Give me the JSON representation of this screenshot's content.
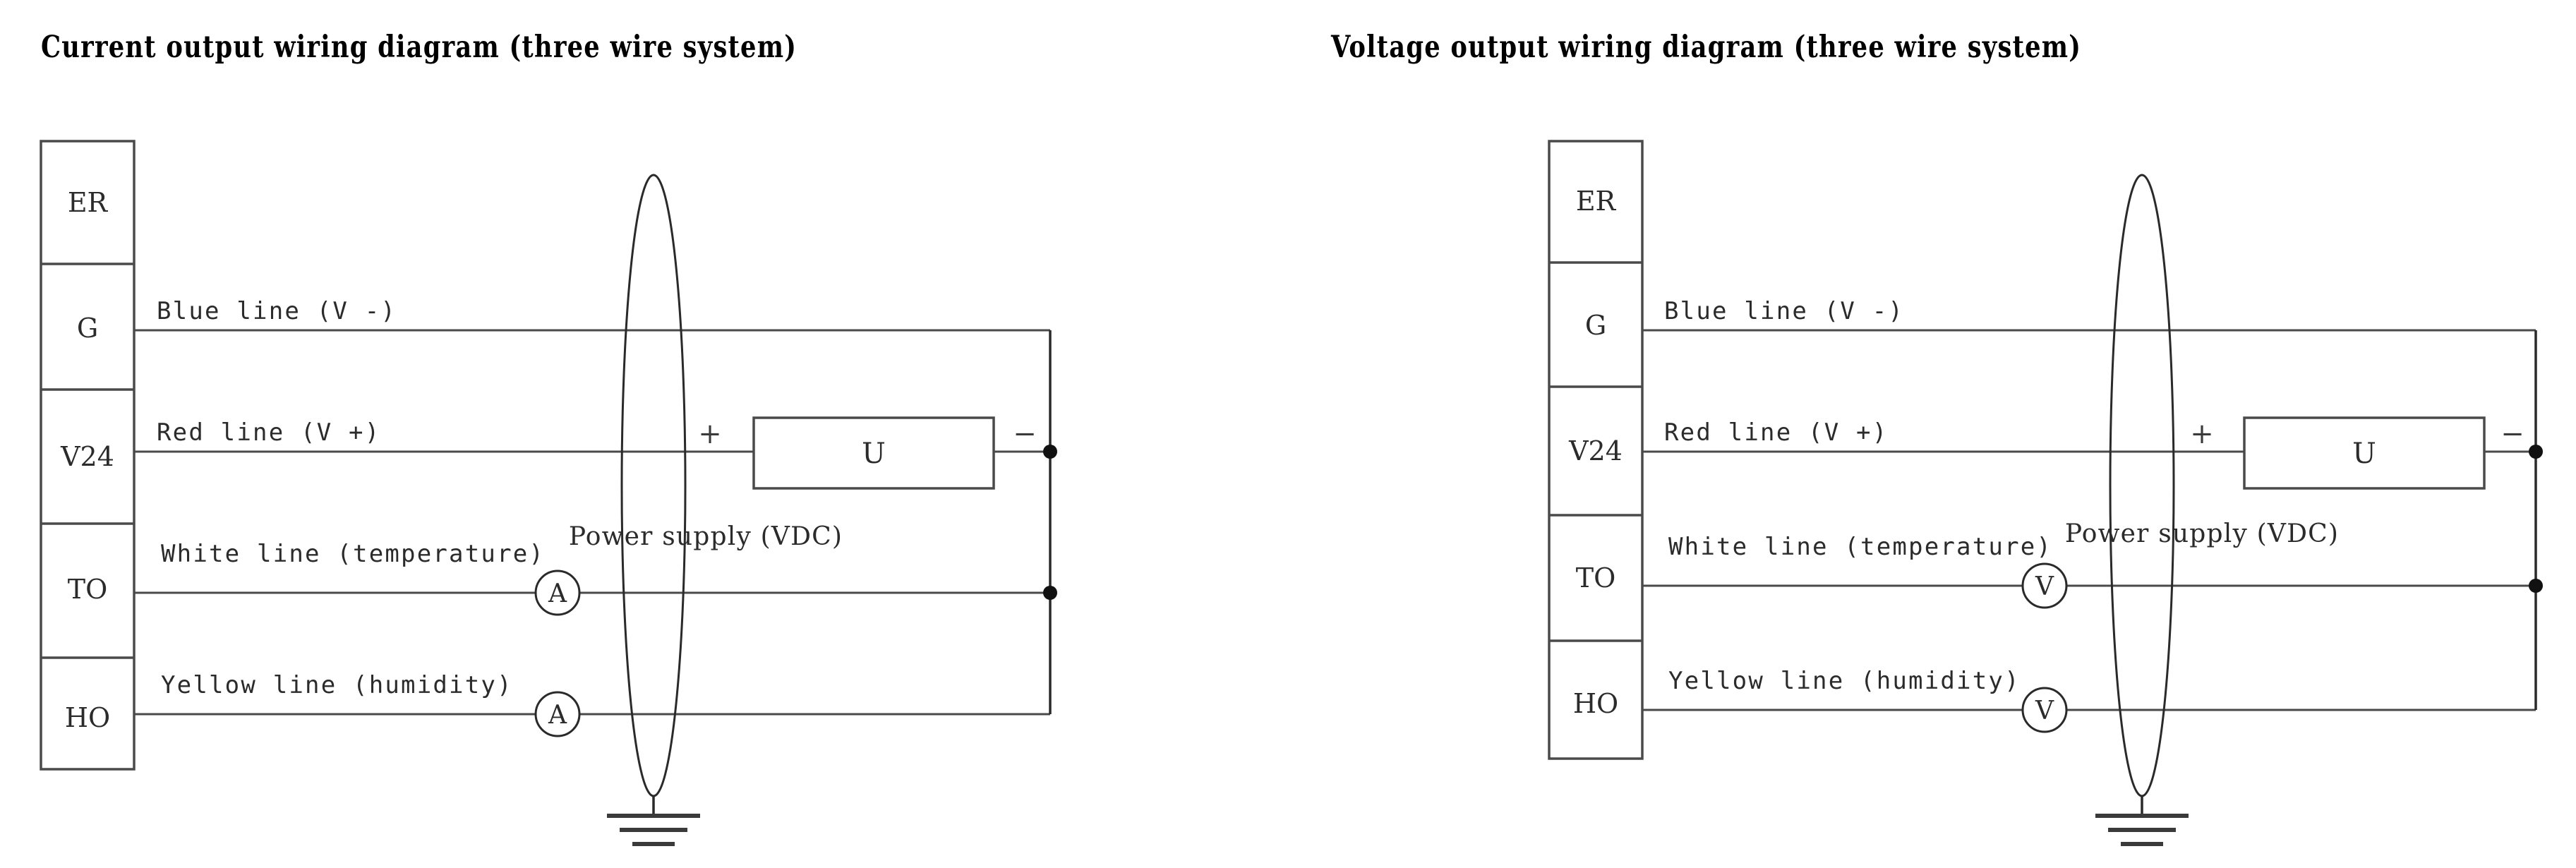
{
  "diagrams": [
    {
      "id": "current",
      "title": "Current output wiring diagram (three wire system)",
      "terminals": [
        {
          "label": "ER"
        },
        {
          "label": "G"
        },
        {
          "label": "V24"
        },
        {
          "label": "TO"
        },
        {
          "label": "HO"
        }
      ],
      "wires": [
        {
          "label": "Blue line (V -)",
          "terminal": "G",
          "meter": null
        },
        {
          "label": "Red line (V +)",
          "terminal": "V24",
          "meter": null
        },
        {
          "label": "White line (temperature)",
          "terminal": "TO",
          "meter": "A"
        },
        {
          "label": "Yellow line (humidity)",
          "terminal": "HO",
          "meter": "A"
        }
      ],
      "power_supply": {
        "symbol": "U",
        "caption": "Power supply (VDC)",
        "positive_sign": "+",
        "negative_sign": "−"
      },
      "shield": {
        "name": "cable-shield"
      },
      "ground": {
        "name": "earth-ground"
      }
    },
    {
      "id": "voltage",
      "title": "Voltage output wiring diagram (three wire system)",
      "terminals": [
        {
          "label": "ER"
        },
        {
          "label": "G"
        },
        {
          "label": "V24"
        },
        {
          "label": "TO"
        },
        {
          "label": "HO"
        }
      ],
      "wires": [
        {
          "label": "Blue line (V -)",
          "terminal": "G",
          "meter": null
        },
        {
          "label": "Red line (V +)",
          "terminal": "V24",
          "meter": null
        },
        {
          "label": "White line (temperature)",
          "terminal": "TO",
          "meter": "V"
        },
        {
          "label": "Yellow line (humidity)",
          "terminal": "HO",
          "meter": "V"
        }
      ],
      "power_supply": {
        "symbol": "U",
        "caption": "Power supply (VDC)",
        "positive_sign": "+",
        "negative_sign": "−"
      },
      "shield": {
        "name": "cable-shield"
      },
      "ground": {
        "name": "earth-ground"
      }
    }
  ],
  "colors": {
    "line": "#4a4a4a",
    "text": "#2b2b2b",
    "background": "#ffffff",
    "junction": "#111111"
  }
}
